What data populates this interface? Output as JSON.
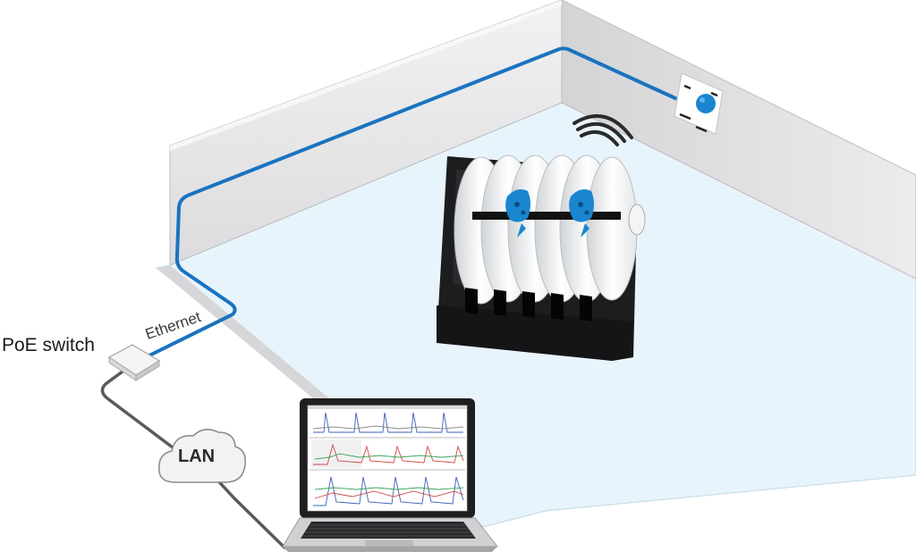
{
  "labels": {
    "poe_switch": "PoE switch",
    "ethernet": "Ethernet",
    "lan": "LAN"
  },
  "colors": {
    "cable_blue": "#1a73c0",
    "lan_cable": "#5a5a5a",
    "floor": "#e8f4fb",
    "wall": "#e9e9ea",
    "rack": "#1d1d1f",
    "device_blue": "#1a86d0"
  },
  "icons": [
    "wifi-signal-icon",
    "network-switch-icon",
    "cloud-icon",
    "laptop-icon",
    "ceiling-sensor-icon"
  ]
}
